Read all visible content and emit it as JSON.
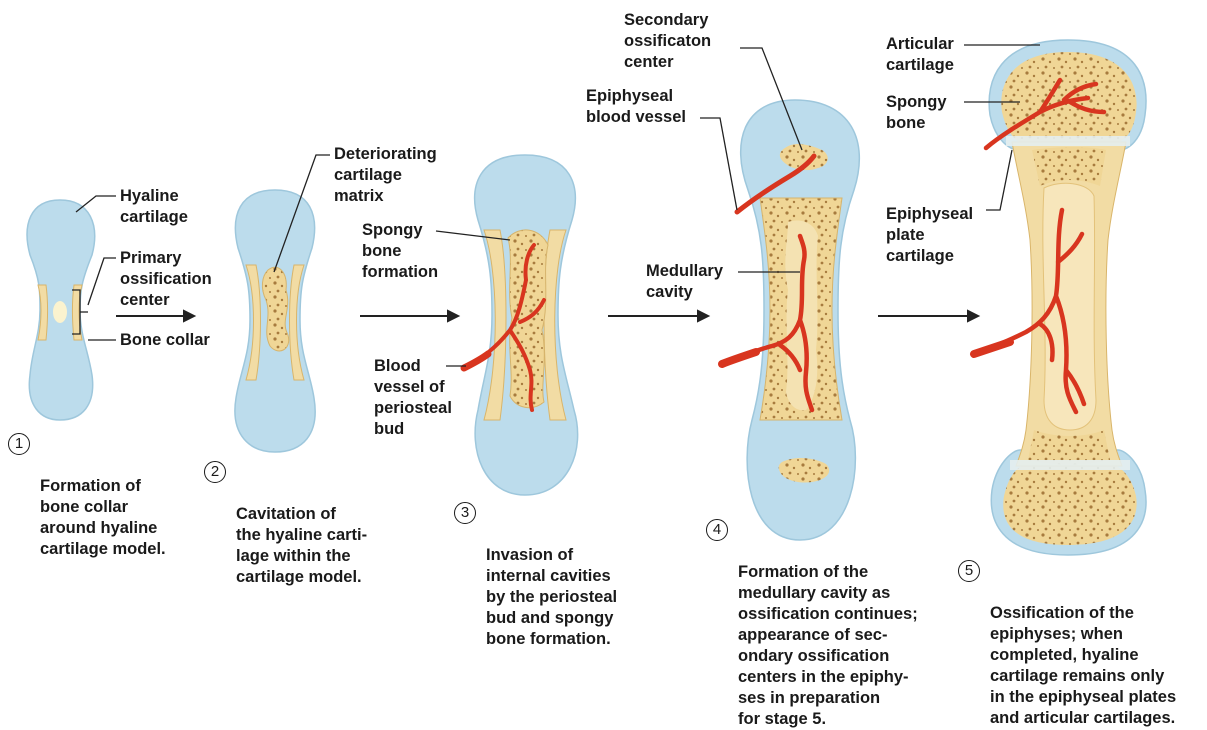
{
  "colors": {
    "cartilage": "#bcdcec",
    "cartilage_edge": "#9ec7dc",
    "bone": "#f2dca4",
    "bone_dark": "#e3c27a",
    "spongy": "#edd28f",
    "vessel": "#d8351f",
    "plate": "#e4eef0"
  },
  "labels": {
    "hyaline_cartilage": "Hyaline\ncartilage",
    "primary_ossification_center": "Primary\nossification\ncenter",
    "bone_collar": "Bone collar",
    "deteriorating_cartilage_matrix": "Deteriorating\ncartilage\nmatrix",
    "spongy_bone_formation": "Spongy\nbone\nformation",
    "blood_vessel_periosteal_bud": "Blood\nvessel of\nperiosteal\nbud",
    "secondary_ossification_center": "Secondary\nossificaton\ncenter",
    "epiphyseal_blood_vessel": "Epiphyseal\nblood vessel",
    "medullary_cavity": "Medullary\ncavity",
    "articular_cartilage": "Articular\ncartilage",
    "spongy_bone": "Spongy\nbone",
    "epiphyseal_plate_cartilage": "Epiphyseal\nplate\ncartilage"
  },
  "stages": [
    {
      "number": "1",
      "caption": "Formation of\nbone collar\naround hyaline\ncartilage model."
    },
    {
      "number": "2",
      "caption": "Cavitation of\nthe hyaline carti-\nlage within the\ncartilage model."
    },
    {
      "number": "3",
      "caption": "Invasion of\ninternal cavities\nby the periosteal\nbud and spongy\nbone formation."
    },
    {
      "number": "4",
      "caption": "Formation of the\nmedullary cavity as\nossification continues;\nappearance of sec-\nondary ossification\ncenters in the epiphy-\nses in preparation\nfor stage 5."
    },
    {
      "number": "5",
      "caption": "Ossification of the\nepiphyses; when\ncompleted, hyaline\ncartilage remains only\nin the epiphyseal plates\nand articular cartilages."
    }
  ]
}
